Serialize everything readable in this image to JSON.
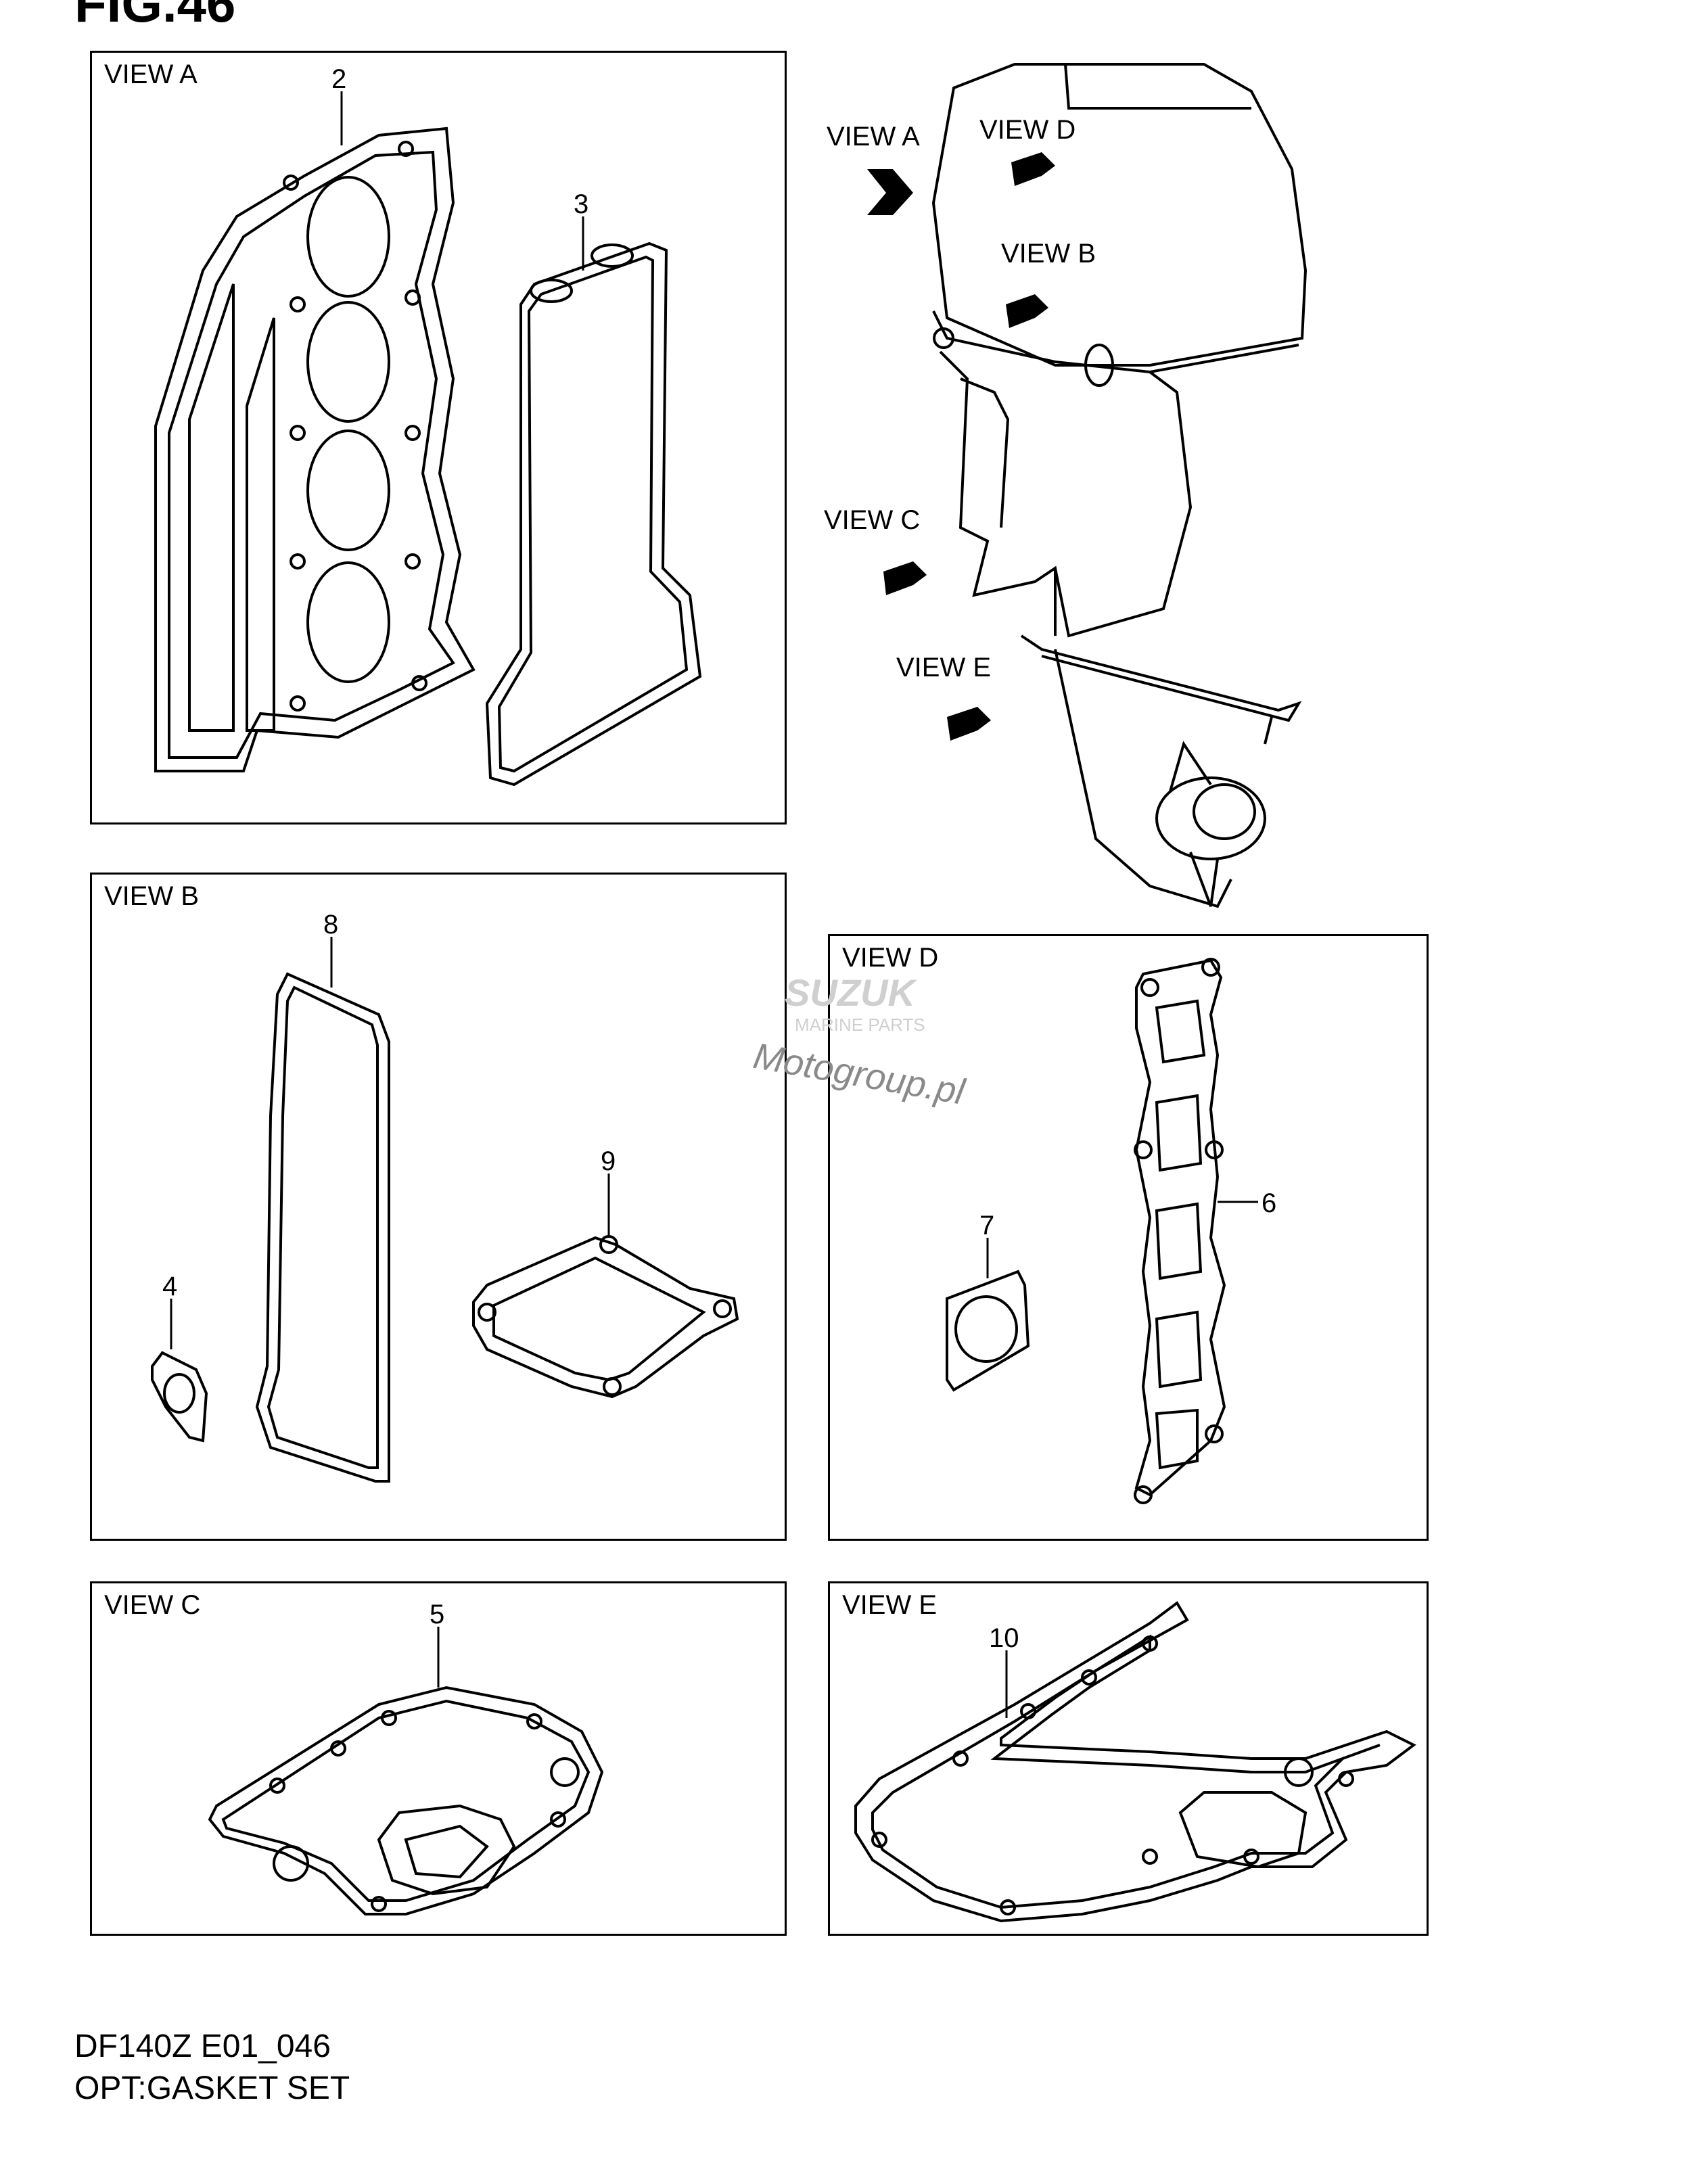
{
  "figure": {
    "title": "FIG.46"
  },
  "panels": {
    "a": {
      "title": "VIEW A",
      "parts": [
        "2",
        "3"
      ]
    },
    "b": {
      "title": "VIEW B",
      "parts": [
        "8",
        "4",
        "9"
      ]
    },
    "c": {
      "title": "VIEW C",
      "parts": [
        "5"
      ]
    },
    "d": {
      "title": "VIEW D",
      "parts": [
        "6",
        "7"
      ]
    },
    "e": {
      "title": "VIEW E",
      "parts": [
        "10"
      ]
    }
  },
  "engine_arrows": [
    "VIEW A",
    "VIEW D",
    "VIEW B",
    "VIEW C",
    "VIEW E"
  ],
  "watermark": {
    "brand": "SUZUK",
    "sub": "MARINE PARTS",
    "site": "Motogroup.pl"
  },
  "footer": {
    "model": "DF140Z E01_046",
    "caption": "OPT:GASKET SET"
  }
}
